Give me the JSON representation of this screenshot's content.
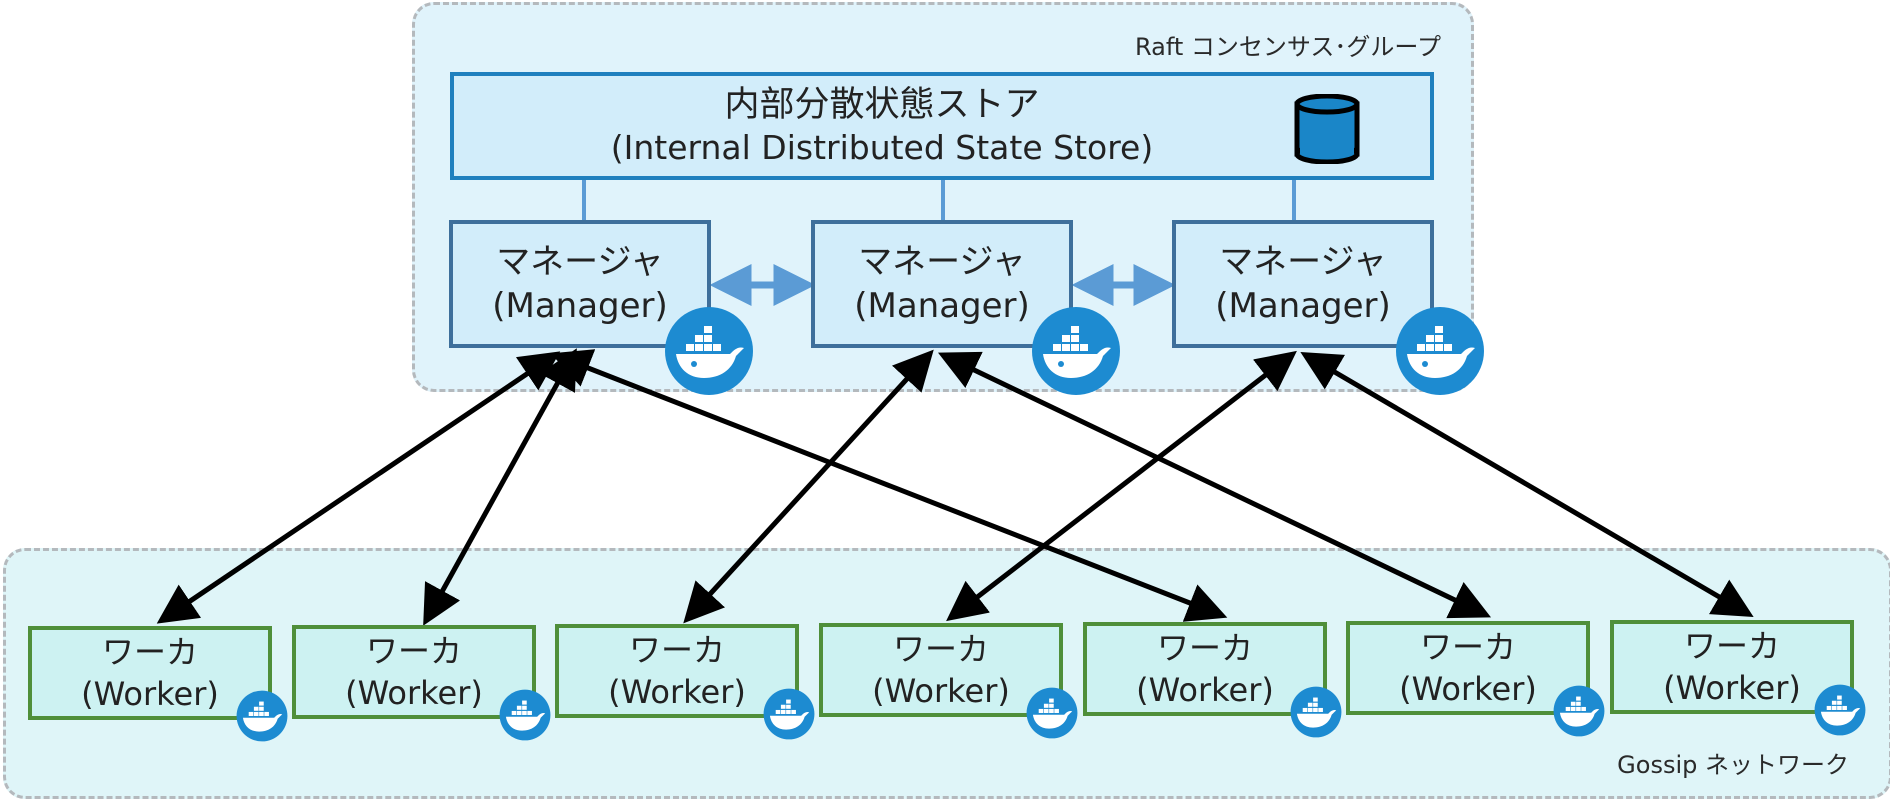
{
  "raft_group": {
    "label": "Raft コンセンサス･グループ"
  },
  "gossip_group": {
    "label": "Gossip ネットワーク"
  },
  "state_store": {
    "title_ja": "内部分散状態ストア",
    "title_en": "(Internal Distributed State Store)",
    "icon": "database-icon"
  },
  "managers": [
    {
      "label_ja": "マネージャ",
      "label_en": "(Manager)",
      "icon": "docker-whale-icon"
    },
    {
      "label_ja": "マネージャ",
      "label_en": "(Manager)",
      "icon": "docker-whale-icon"
    },
    {
      "label_ja": "マネージャ",
      "label_en": "(Manager)",
      "icon": "docker-whale-icon"
    }
  ],
  "workers": [
    {
      "label_ja": "ワーカ",
      "label_en": "(Worker)",
      "icon": "docker-whale-icon"
    },
    {
      "label_ja": "ワーカ",
      "label_en": "(Worker)",
      "icon": "docker-whale-icon"
    },
    {
      "label_ja": "ワーカ",
      "label_en": "(Worker)",
      "icon": "docker-whale-icon"
    },
    {
      "label_ja": "ワーカ",
      "label_en": "(Worker)",
      "icon": "docker-whale-icon"
    },
    {
      "label_ja": "ワーカ",
      "label_en": "(Worker)",
      "icon": "docker-whale-icon"
    },
    {
      "label_ja": "ワーカ",
      "label_en": "(Worker)",
      "icon": "docker-whale-icon"
    },
    {
      "label_ja": "ワーカ",
      "label_en": "(Worker)",
      "icon": "docker-whale-icon"
    }
  ],
  "colors": {
    "raft_fill": "#e0f3fb",
    "gossip_fill": "#dff5f8",
    "store_border": "#1f80be",
    "manager_border": "#3e6f9b",
    "worker_border": "#4f8f3a",
    "docker_blue": "#1d8bd1",
    "peer_arrow": "#5b9bd5",
    "link_arrow": "#000000"
  },
  "connections": [
    {
      "manager": 0,
      "worker": 0
    },
    {
      "manager": 0,
      "worker": 1
    },
    {
      "manager": 0,
      "worker": 4
    },
    {
      "manager": 1,
      "worker": 2
    },
    {
      "manager": 1,
      "worker": 5
    },
    {
      "manager": 2,
      "worker": 3
    },
    {
      "manager": 2,
      "worker": 6
    }
  ]
}
